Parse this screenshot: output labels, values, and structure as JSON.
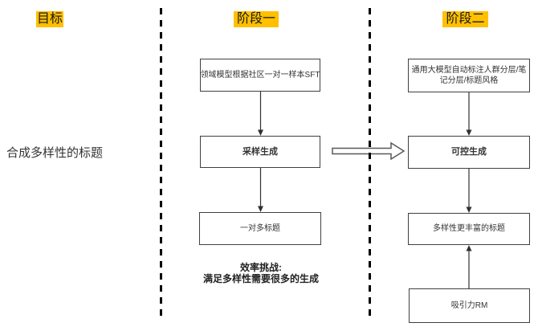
{
  "headers": {
    "goal": "目标",
    "phase1": "阶段一",
    "phase2": "阶段二"
  },
  "goal_column": {
    "text": "合成多样性的标题"
  },
  "phase1_flow": {
    "box_sft": "领域模型根据社区一对一样本SFT",
    "box_sampling": "采样生成",
    "box_one_to_many": "一对多标题",
    "note_line1": "效率挑战:",
    "note_line2": "满足多样性需要很多的生成"
  },
  "phase2_flow": {
    "box_annotation": "通用大模型自动标注人群分层/笔记分层/标题风格",
    "box_controllable": "可控生成",
    "box_diverse_titles": "多样性更丰富的标题",
    "box_rm": "吸引力RM"
  },
  "colors": {
    "header_highlight": "#FFC000",
    "box_border": "#404040",
    "connector": "#303030",
    "block_arrow_border": "#595959",
    "text": "#333333"
  }
}
